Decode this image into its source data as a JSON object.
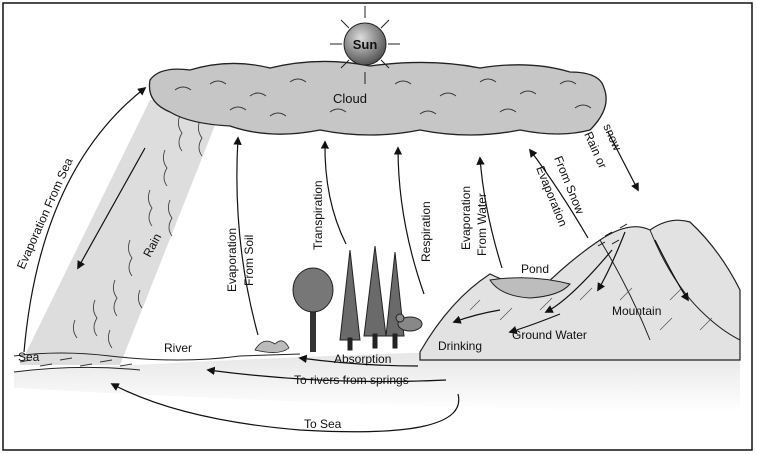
{
  "diagram": {
    "sun": {
      "label": "Sun"
    },
    "cloud": {
      "label": "Cloud"
    },
    "processes": {
      "evaporation_from_sea": "Evaporation From Sea",
      "rain": "Rain",
      "evaporation_from_soil_1": "Evaporation",
      "evaporation_from_soil_2": "From Soil",
      "transpiration": "Transpiration",
      "respiration": "Respiration",
      "evaporation_from_water_1": "Evaporation",
      "evaporation_from_water_2": "From Water",
      "evaporation_from_snow_1": "Evaporation",
      "evaporation_from_snow_2": "From Snow",
      "rain_or_snow_1": "Rain or",
      "rain_or_snow_2": "snow"
    },
    "places": {
      "pond": "Pond",
      "mountain": "Mountain",
      "ground_water": "Ground Water",
      "drinking": "Drinking",
      "sea": "Sea",
      "river": "River"
    },
    "flows": {
      "absorption": "Absorption",
      "to_rivers_from_springs": "To rivers from springs",
      "to_sea": "To Sea"
    },
    "colors": {
      "ink": "#111111",
      "rain_shade": "#d2d2d2",
      "cloud_fill": "#c8c8c8",
      "sun_fill": "#7a7a7a"
    }
  }
}
